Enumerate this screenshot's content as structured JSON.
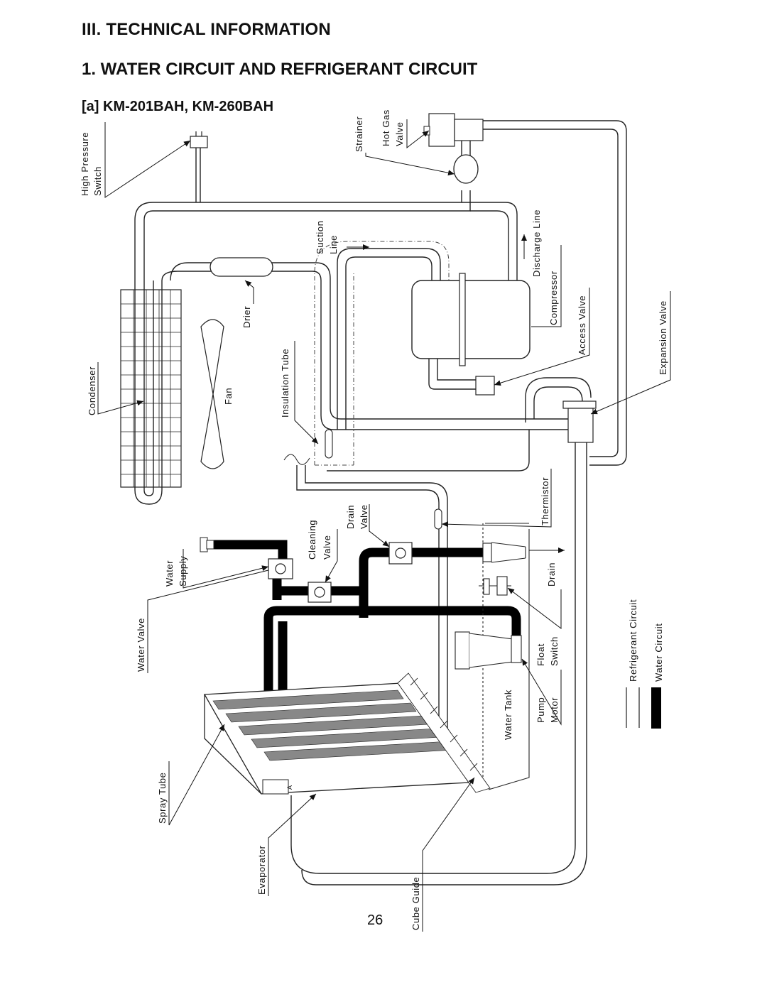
{
  "header": {
    "section": "III. TECHNICAL INFORMATION",
    "title": "1. WATER CIRCUIT AND REFRIGERANT CIRCUIT",
    "subtitle": "[a] KM-201BAH, KM-260BAH"
  },
  "labels": {
    "high_pressure_1": "High Pressure",
    "high_pressure_2": "Switch",
    "strainer": "Strainer",
    "hot_gas_1": "Hot Gas",
    "hot_gas_2": "Valve",
    "suction_1": "Suction",
    "suction_2": "Line",
    "discharge": "Discharge Line",
    "compressor": "Compressor",
    "access_valve": "Access Valve",
    "expansion_valve": "Expansion Valve",
    "drier": "Drier",
    "insulation_tube": "Insulation Tube",
    "condenser": "Condenser",
    "fan": "Fan",
    "thermistor": "Thermistor",
    "drain_valve_1": "Drain",
    "drain_valve_2": "Valve",
    "cleaning_valve_1": "Cleaning",
    "cleaning_valve_2": "Valve",
    "water_supply_1": "Water",
    "water_supply_2": "Supply",
    "water_valve": "Water Valve",
    "drain": "Drain",
    "float_switch_1": "Float",
    "float_switch_2": "Switch",
    "water_tank": "Water Tank",
    "pump_motor_1": "Pump",
    "pump_motor_2": "Motor",
    "spray_tube": "Spray Tube",
    "evaporator": "Evaporator",
    "cube_guide": "Cube Guide",
    "legend_refrigerant": "Refrigerant Circuit",
    "legend_water": "Water Circuit",
    "evap_mark": "A"
  },
  "page_number": "26"
}
